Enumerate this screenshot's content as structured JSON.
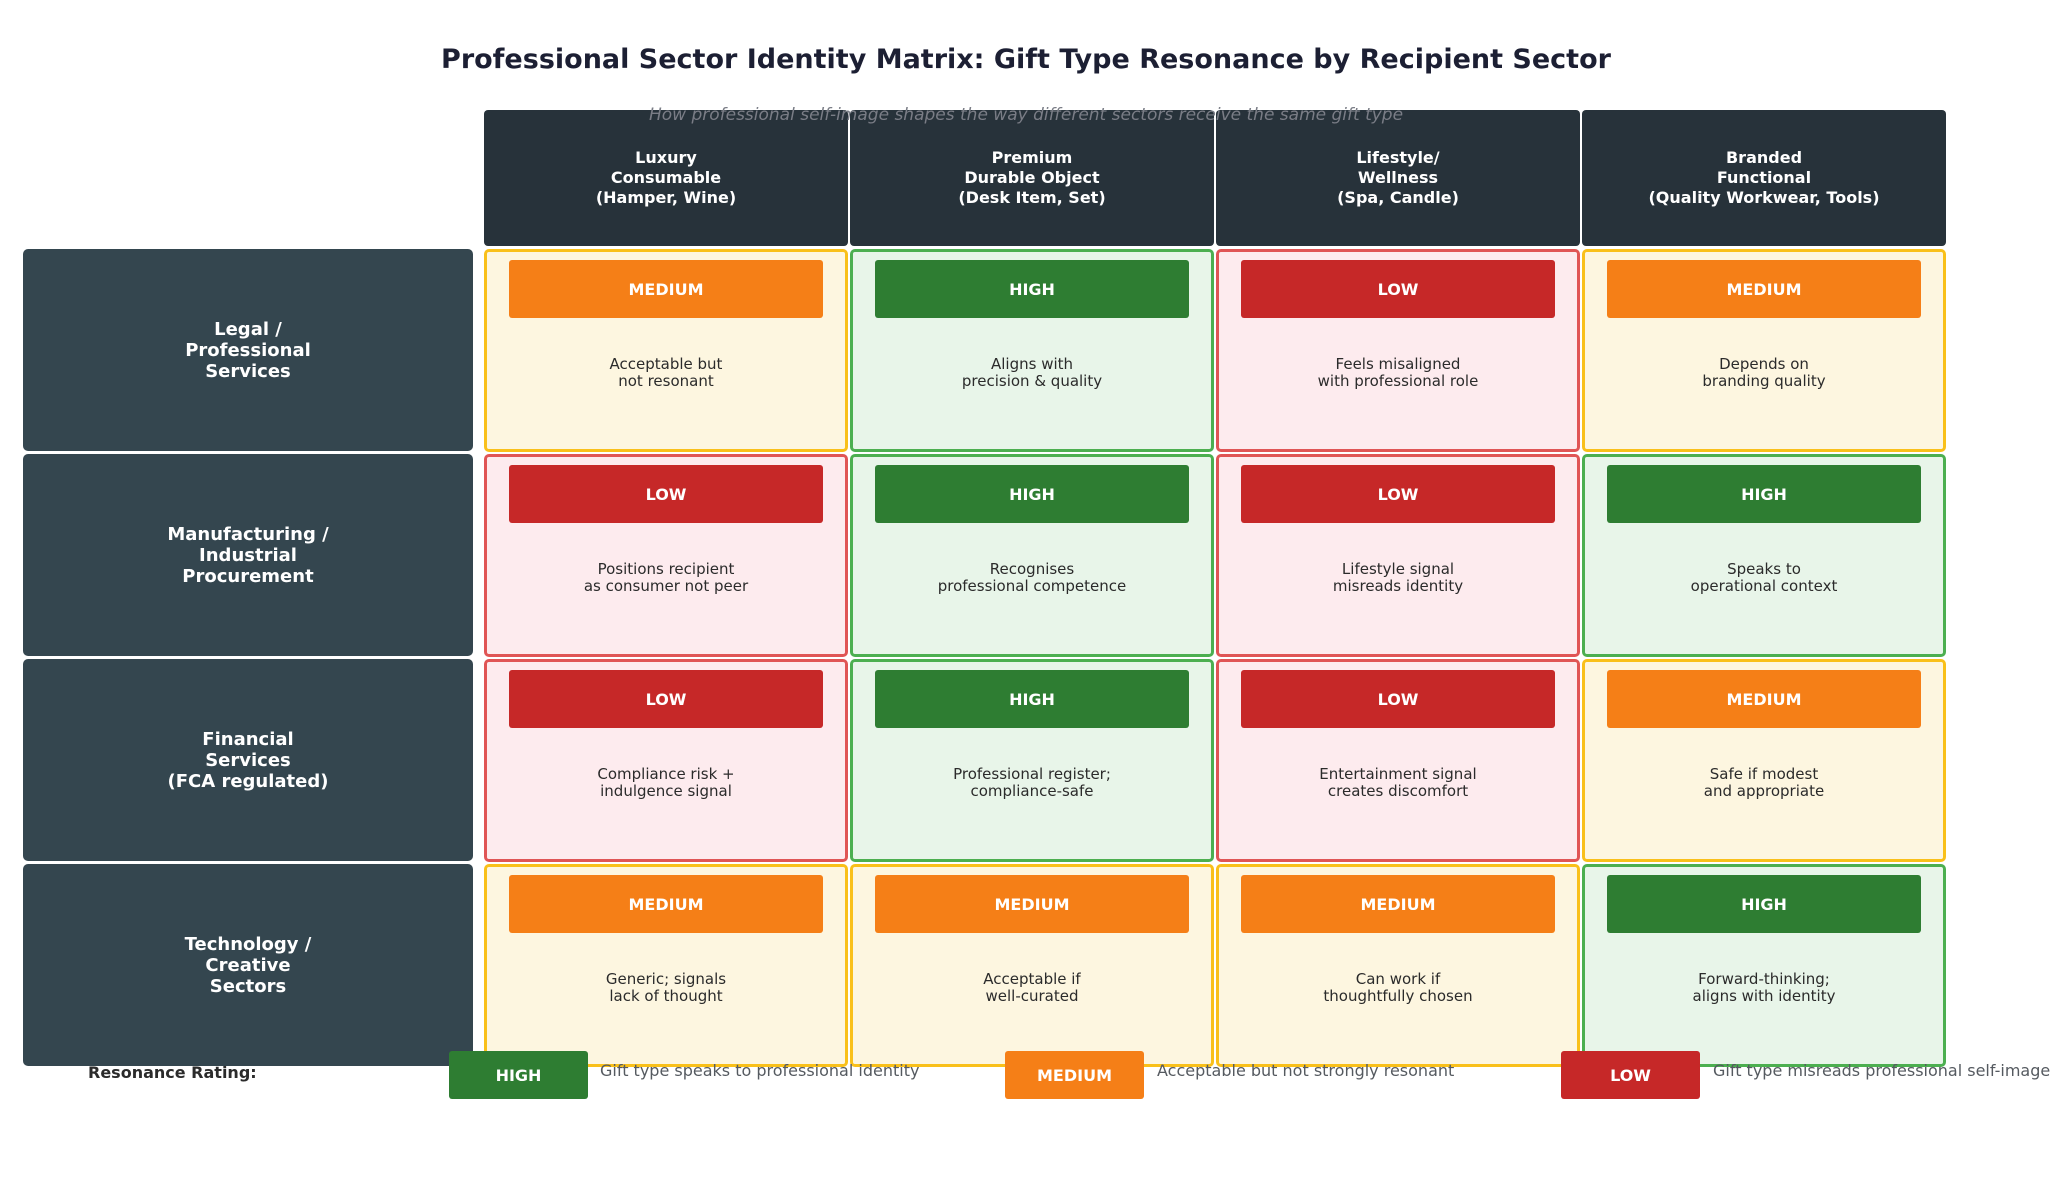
{
  "title": "Professional Sector Identity Matrix: Gift Type Resonance by Recipient Sector",
  "subtitle": "How professional self-image shapes the way different sectors receive the same gift type",
  "colors": {
    "HIGH": {
      "badge": "#2e7d32",
      "bg": "#e8f5e9",
      "border": "#4caf50"
    },
    "MEDIUM": {
      "badge": "#f57f17",
      "bg": "#fdf6e0",
      "border": "#f9c01a"
    },
    "LOW": {
      "badge": "#c62828",
      "bg": "#fdebee",
      "border": "#e05555"
    }
  },
  "columns": [
    {
      "label": "Luxury\nConsumable\n(Hamper, Wine)"
    },
    {
      "label": "Premium\nDurable Object\n(Desk Item, Set)"
    },
    {
      "label": "Lifestyle/\nWellness\n(Spa, Candle)"
    },
    {
      "label": "Branded\nFunctional\n(Quality Workwear, Tools)"
    }
  ],
  "rows": [
    {
      "label": "Legal /\nProfessional\nServices",
      "cells": [
        {
          "rating": "MEDIUM",
          "note": "Acceptable but\nnot resonant"
        },
        {
          "rating": "HIGH",
          "note": "Aligns with\nprecision & quality"
        },
        {
          "rating": "LOW",
          "note": "Feels misaligned\nwith professional role"
        },
        {
          "rating": "MEDIUM",
          "note": "Depends on\nbranding quality"
        }
      ]
    },
    {
      "label": "Manufacturing /\nIndustrial\nProcurement",
      "cells": [
        {
          "rating": "LOW",
          "note": "Positions recipient\nas consumer not peer"
        },
        {
          "rating": "HIGH",
          "note": "Recognises\nprofessional competence"
        },
        {
          "rating": "LOW",
          "note": "Lifestyle signal\nmisreads identity"
        },
        {
          "rating": "HIGH",
          "note": "Speaks to\noperational context"
        }
      ]
    },
    {
      "label": "Financial\nServices\n(FCA regulated)",
      "cells": [
        {
          "rating": "LOW",
          "note": "Compliance risk +\nindulgence signal"
        },
        {
          "rating": "HIGH",
          "note": "Professional register;\ncompliance-safe"
        },
        {
          "rating": "LOW",
          "note": "Entertainment signal\ncreates discomfort"
        },
        {
          "rating": "MEDIUM",
          "note": "Safe if modest\nand appropriate"
        }
      ]
    },
    {
      "label": "Technology /\nCreative\nSectors",
      "cells": [
        {
          "rating": "MEDIUM",
          "note": "Generic; signals\nlack of thought"
        },
        {
          "rating": "MEDIUM",
          "note": "Acceptable if\nwell-curated"
        },
        {
          "rating": "MEDIUM",
          "note": "Can work if\nthoughtfully chosen"
        },
        {
          "rating": "HIGH",
          "note": "Forward-thinking;\naligns with identity"
        }
      ]
    }
  ],
  "legend": {
    "title": "Resonance Rating:",
    "items": [
      {
        "rating": "HIGH",
        "text": "Gift type speaks to professional identity"
      },
      {
        "rating": "MEDIUM",
        "text": "Acceptable but not strongly resonant"
      },
      {
        "rating": "LOW",
        "text": "Gift type misreads professional self-image"
      }
    ]
  }
}
